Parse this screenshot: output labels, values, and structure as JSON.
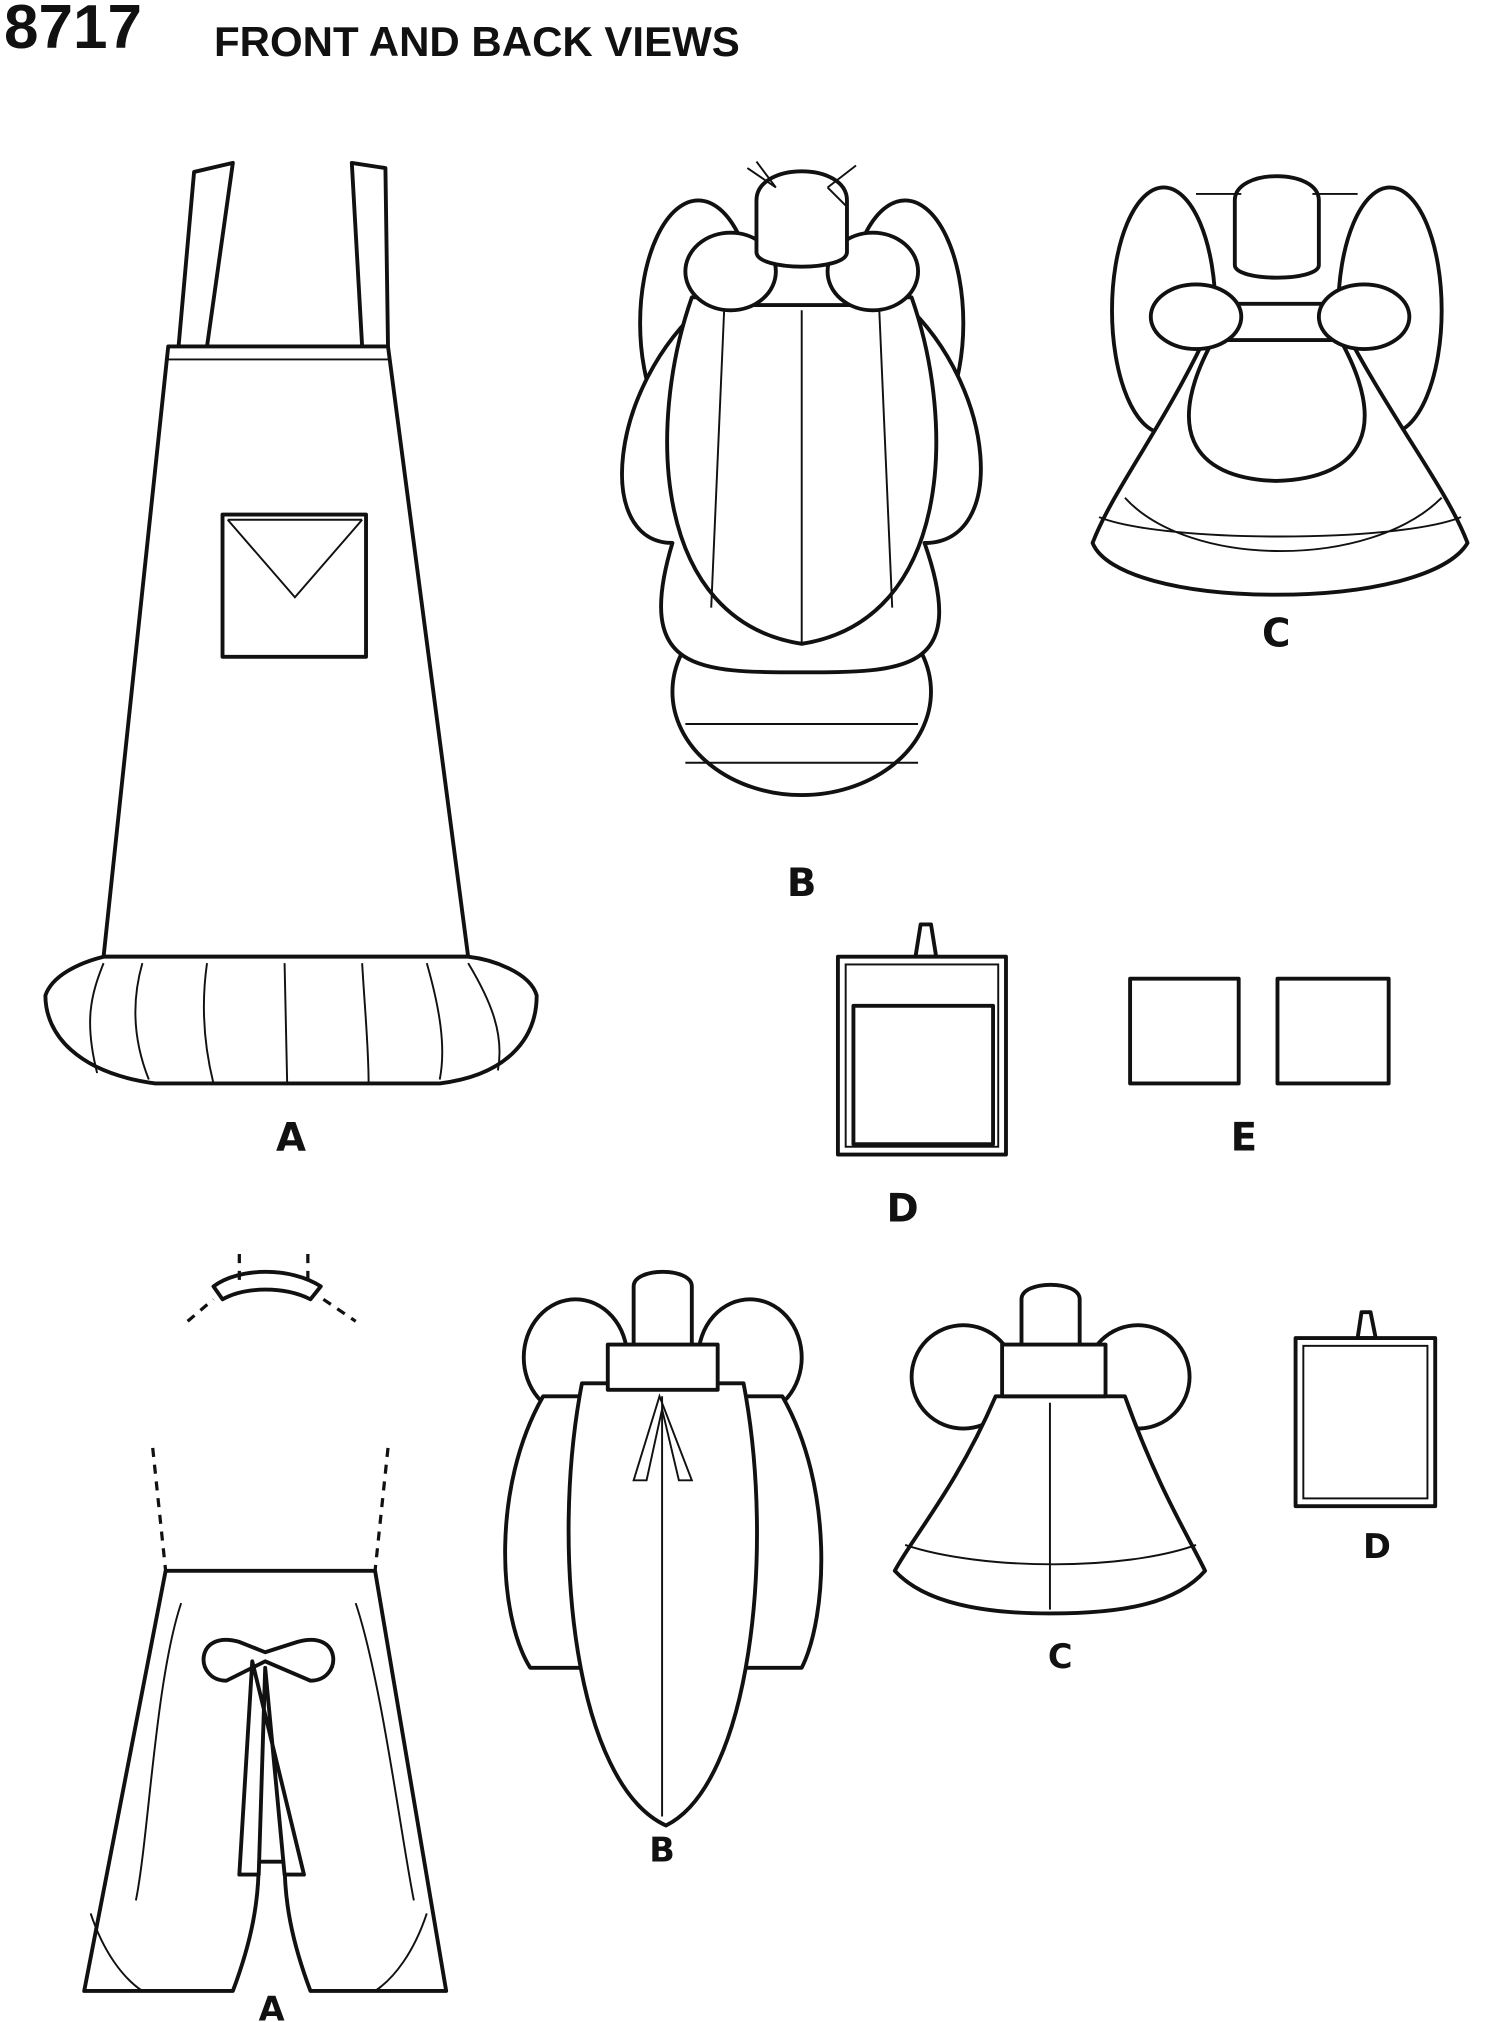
{
  "header": {
    "pattern_number": "8717",
    "title": "FRONT AND BACK VIEWS"
  },
  "front_views": {
    "apron": {
      "label": "A"
    },
    "bag_holder_doll": {
      "label": "B"
    },
    "doll_dress": {
      "label": "C"
    },
    "pot_holder": {
      "label": "D"
    },
    "coasters": {
      "label": "E"
    }
  },
  "back_views": {
    "apron": {
      "label": "A"
    },
    "bag_holder_doll": {
      "label": "B"
    },
    "doll_dress": {
      "label": "C"
    },
    "pot_holder": {
      "label": "D"
    }
  }
}
